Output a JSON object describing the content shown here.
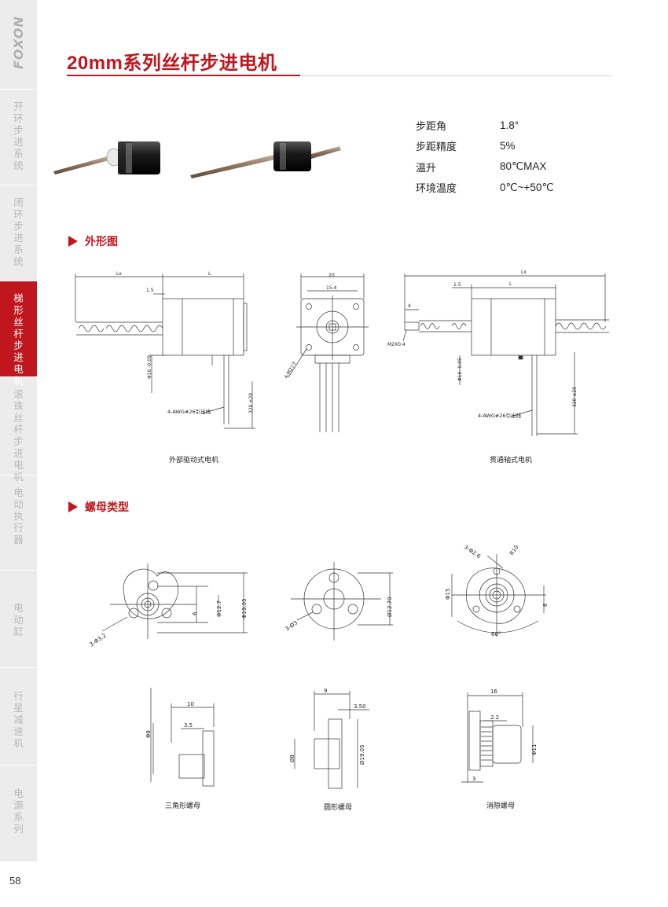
{
  "brand": "FOXON",
  "page_number": "58",
  "title": "20mm系列丝杆步进电机",
  "sidebar": {
    "sections": [
      {
        "label": "开环步进系统",
        "active": false
      },
      {
        "label": "闭环步进系统",
        "active": false
      },
      {
        "label": "梯形丝杆步进电机",
        "active": true
      },
      {
        "label": "滚珠丝杆步进电机",
        "active": false
      },
      {
        "label": "电动执行器",
        "active": false
      },
      {
        "label": "电动缸",
        "active": false
      },
      {
        "label": "行星减速机",
        "active": false
      },
      {
        "label": "电源系列",
        "active": false
      }
    ]
  },
  "specs": [
    {
      "label": "步距角",
      "value": "1.8°"
    },
    {
      "label": "步距精度",
      "value": "5%"
    },
    {
      "label": "温升",
      "value": "80℃MAX"
    },
    {
      "label": "环境温度",
      "value": "0℃~+50℃"
    }
  ],
  "sections": {
    "outline": "外形图",
    "nut_types": "螺母类型"
  },
  "outline_drawing": {
    "left": {
      "dims": {
        "lx": "Lx",
        "l": "L",
        "d15": "1.5",
        "shaft": "Φ16 -0.05",
        "lead": "320 ±20",
        "wire": "4-AWG#26引出线"
      },
      "caption": "外部驱动式电机"
    },
    "front": {
      "dims": {
        "w20": "20",
        "w154": "15.4",
        "holes": "4-M2▽3"
      }
    },
    "right": {
      "dims": {
        "lx": "Lx",
        "l": "L",
        "d15": "1.5",
        "d4": "4",
        "thread": "M2X0.4",
        "shaft": "Φ16 -0.05",
        "lead": "320 ±20",
        "wire": "4-AWG#26引出线"
      },
      "caption": "贯通轴式电机"
    }
  },
  "nuts": {
    "triangle": {
      "dims": {
        "holes": "3-Φ3.2",
        "d6": "6",
        "d127": "Φ12.7",
        "d1905": "Φ19.05",
        "l10": "10",
        "l35": "3.5",
        "d8": "Φ8"
      },
      "caption": "三角形螺母"
    },
    "round": {
      "dims": {
        "holes": "3-Ø3",
        "d1270": "Ø12.70",
        "l9": "9",
        "l350": "3.50",
        "d8": "Ø8",
        "d1905": "Ø19.05"
      },
      "caption": "圆形螺母"
    },
    "antibacklash": {
      "dims": {
        "holes": "3-Φ2.6",
        "r10": "R10",
        "d15": "Φ15",
        "d6": "6",
        "a60": "60°",
        "l16": "16",
        "l22": "2.2",
        "d11": "Φ11",
        "l3": "3"
      },
      "caption": "消隙螺母"
    }
  }
}
